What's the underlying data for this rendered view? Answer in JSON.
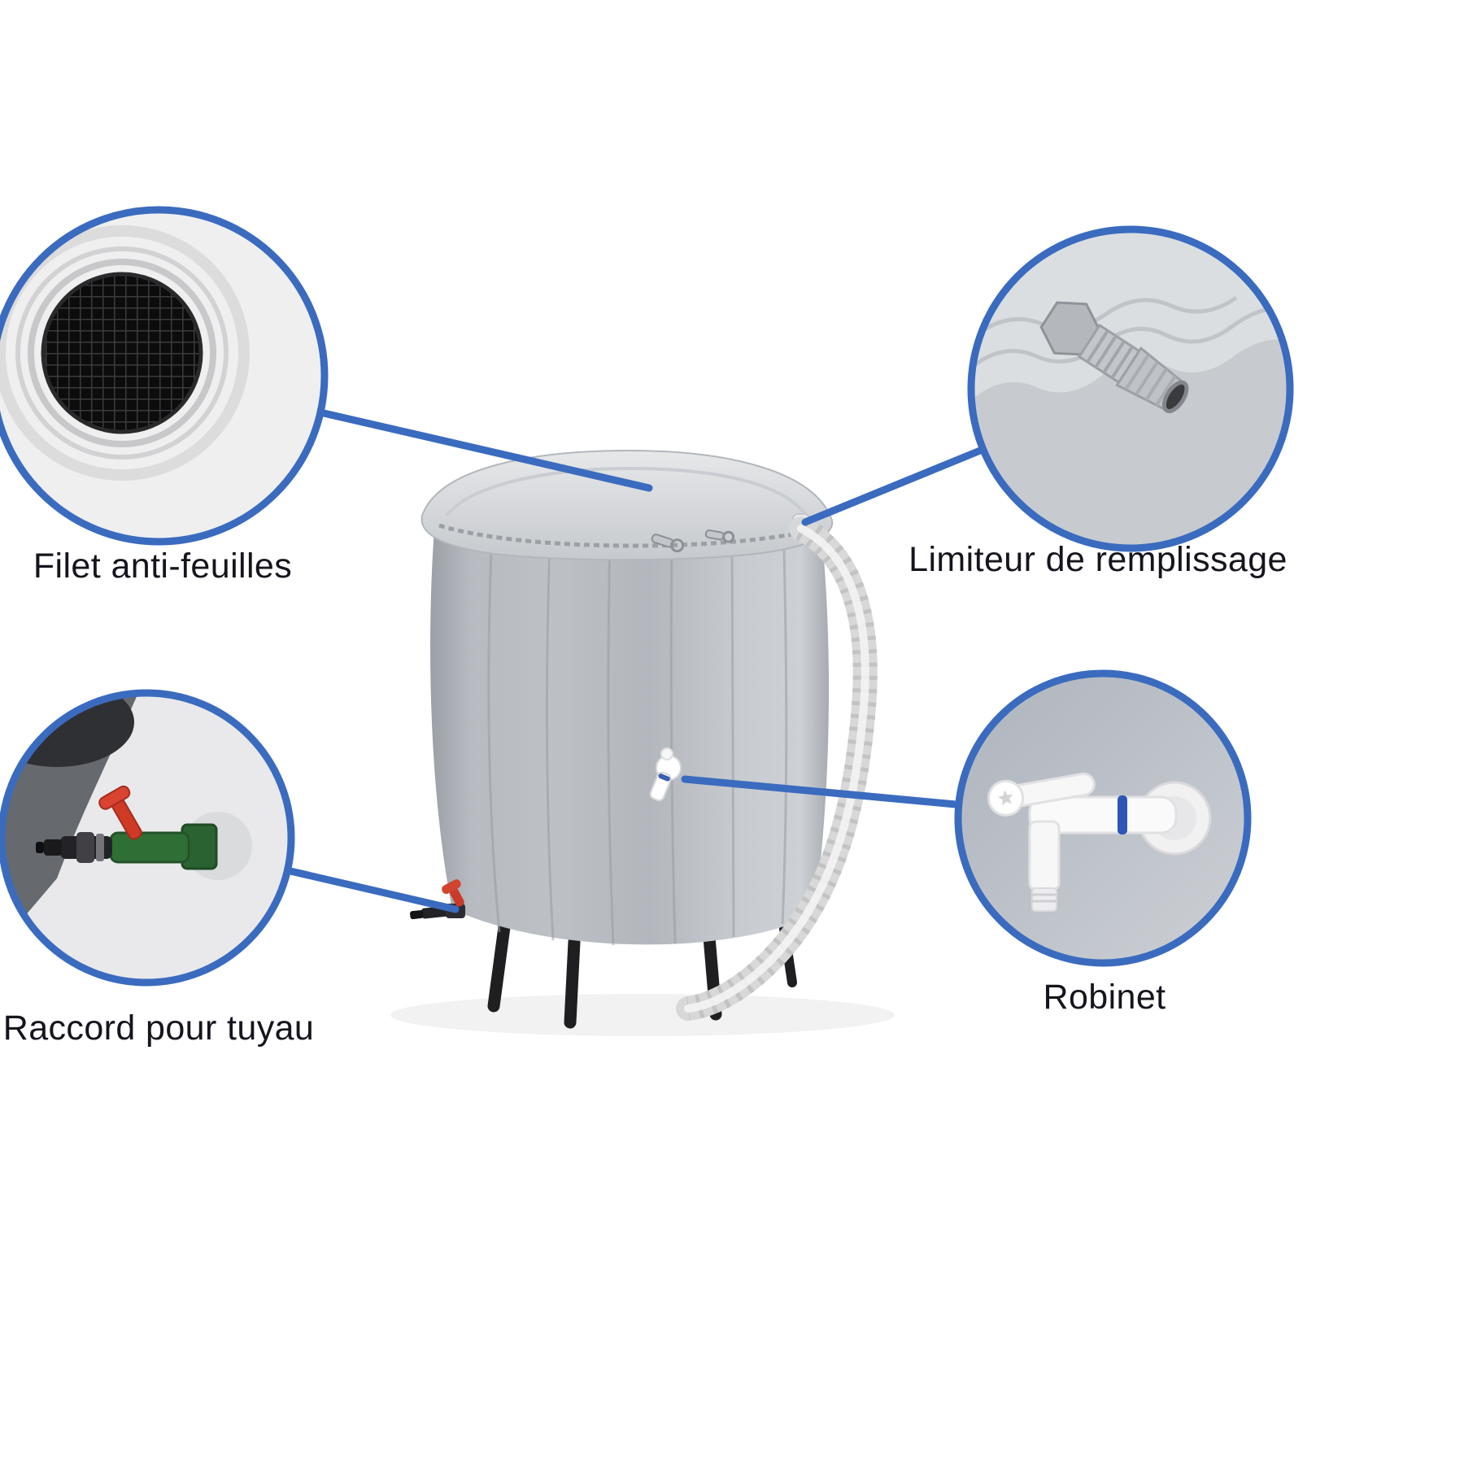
{
  "infographic": {
    "accent_color": "#3a6bbf",
    "text_color": "#15151e",
    "callouts": [
      {
        "id": "leaf-net",
        "label": "Filet anti-feuilles",
        "icon": "mesh-filter-icon",
        "position": "top-left"
      },
      {
        "id": "fill-limiter",
        "label": "Limiteur de remplissage",
        "icon": "hose-barb-fitting-icon",
        "position": "top-right"
      },
      {
        "id": "hose-connector",
        "label": "Raccord pour tuyau",
        "icon": "garden-valve-icon",
        "position": "bottom-left"
      },
      {
        "id": "tap",
        "label": "Robinet",
        "icon": "white-tap-icon",
        "position": "bottom-right"
      }
    ]
  }
}
